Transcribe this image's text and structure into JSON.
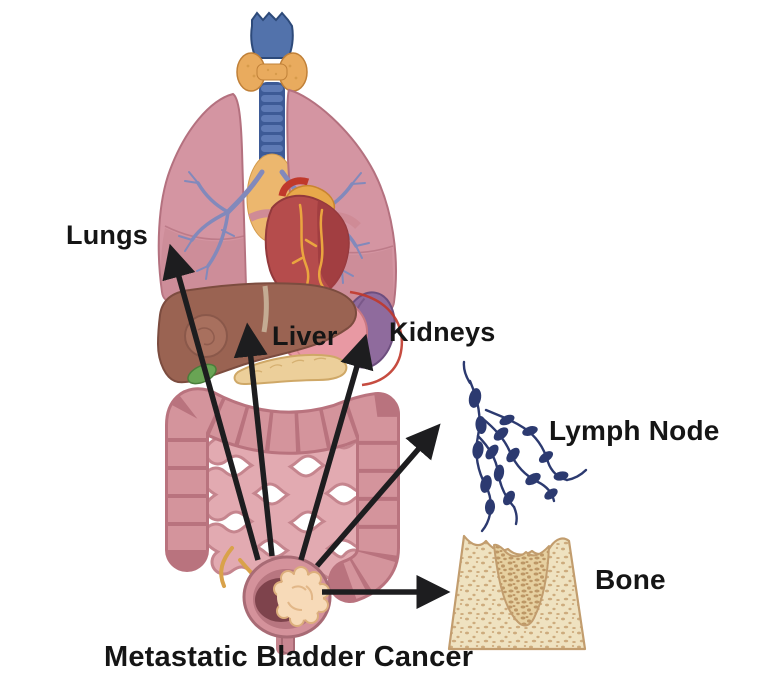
{
  "title": "Metastatic Bladder Cancer",
  "organ_labels": {
    "lungs": "Lungs",
    "liver": "Liver",
    "kidneys": "Kidneys",
    "lymph_node": "Lymph Node",
    "bone": "Bone"
  },
  "metastasis": {
    "primary_site": "Bladder (tumor shown inside bladder)",
    "spread_sites": [
      "Lungs",
      "Liver",
      "Kidneys",
      "Lymph Node",
      "Bone"
    ],
    "arrows": [
      {
        "from": "Bladder tumor",
        "to": "Lungs"
      },
      {
        "from": "Bladder tumor",
        "to": "Liver"
      },
      {
        "from": "Bladder tumor",
        "to": "Kidneys"
      },
      {
        "from": "Bladder tumor",
        "to": "Lymph Node"
      },
      {
        "from": "Bladder tumor",
        "to": "Bone"
      }
    ]
  },
  "colors": {
    "label_text": "#151515",
    "arrow_black": "#1d1d1f",
    "lung_pink": "#d495a2",
    "bronchi_blue": "#8289bb",
    "trachea_blue": "#5272ab",
    "thyroid_orange": "#e9ab5e",
    "heart_red": "#b54c4c",
    "vessel_orange": "#eaa53f",
    "liver_brown": "#9a6352",
    "stomach_pink": "#e899a3",
    "spleen_purple": "#8f6b9d",
    "pancreas_tan": "#eccf9a",
    "gallbladder_green": "#69a454",
    "intestine_pink": "#d4949c",
    "bladder_pink": "#d4929b",
    "tumor_cream": "#f7dab8",
    "lymph_navy": "#2c3a70",
    "bone_tan": "#efe2c0"
  }
}
